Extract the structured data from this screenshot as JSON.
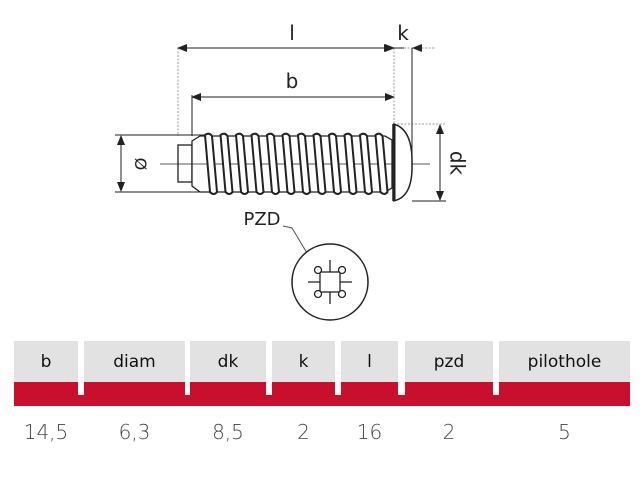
{
  "drawing": {
    "dimension_labels": {
      "l": "l",
      "k": "k",
      "b": "b",
      "diameter": "Ø",
      "dk": "dk",
      "drive": "PZD"
    }
  },
  "table": {
    "accent_color": "#c8102e",
    "header_bg": "#e2e2e2",
    "columns": [
      "b",
      "diam",
      "dk",
      "k",
      "l",
      "pzd",
      "pilothole"
    ],
    "rows": [
      [
        "14,5",
        "6,3",
        "8,5",
        "2",
        "16",
        "2",
        "5"
      ]
    ]
  }
}
